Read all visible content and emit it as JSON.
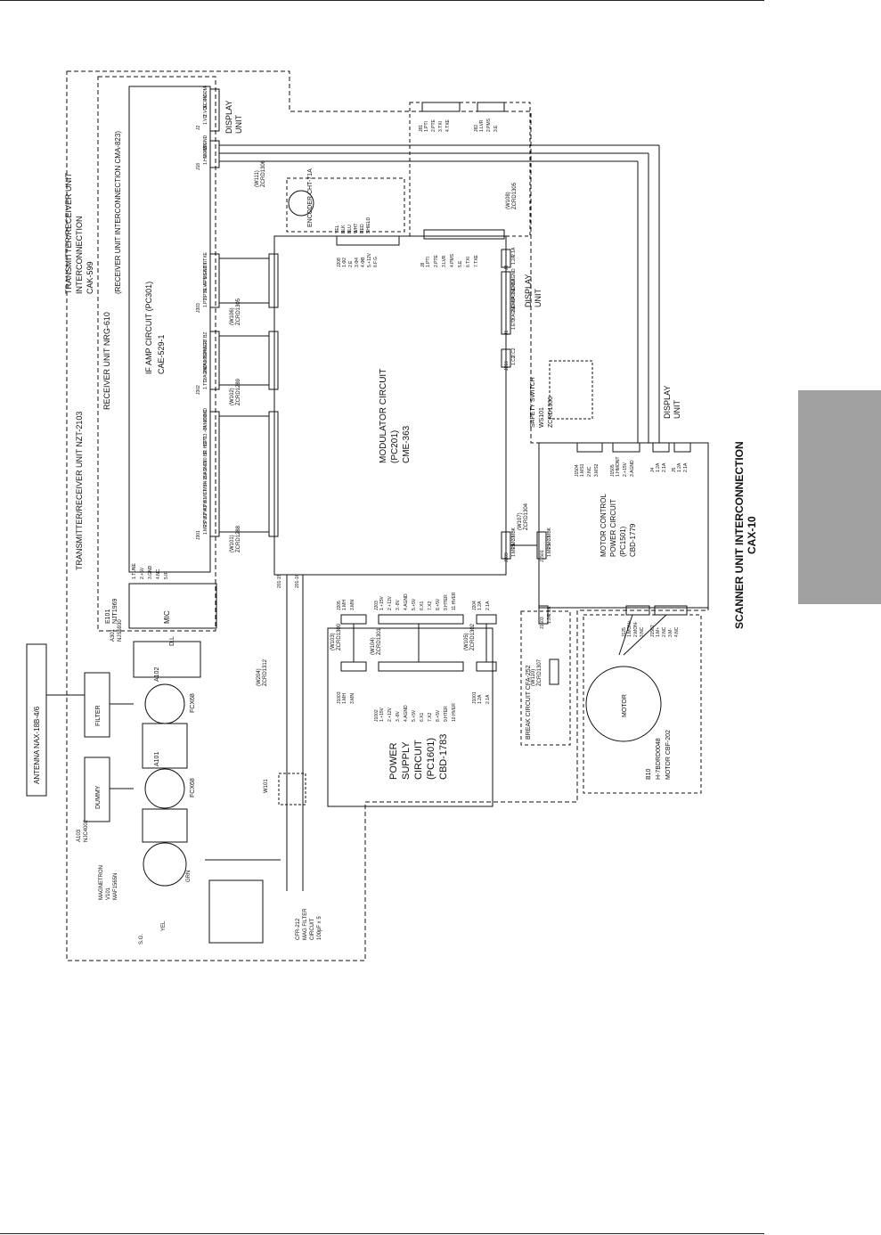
{
  "title": {
    "line1": "SCANNER UNIT INTERCONNECTION",
    "line2": "CAX-10"
  },
  "groups": {
    "trx_interconnection": [
      "TRANSMITTER/RECEIVER UNIT",
      "INTERCONNECTION",
      "CAK-599"
    ],
    "trx_unit": "TRANSMITTER/RECEIVER UNIT  NZT-2103",
    "receiver_unit": "RECEIVER UNIT  NRG-610",
    "receiver_interconnection": "(RECEIVER UNIT INTERCONNECTION  CMA-823)",
    "if_amp": [
      "IF AMP CIRCUIT  (PC301)",
      "CAE-529-1"
    ],
    "modulator": [
      "MODULATOR CIRCUIT",
      "(PC201)",
      "CME-363"
    ],
    "power_supply": [
      "POWER",
      "SUPPLY",
      "CIRCUIT",
      "(PC1601)",
      "CBD-1783"
    ],
    "motor_control": [
      "MOTOR CONTROL",
      "POWER CIRCUIT",
      "(PC1501)",
      "CBD-1779"
    ],
    "break_circuit": "BREAK CIRCUIT  CFA-252",
    "motor": [
      "B10",
      "H-7BDRD0048",
      "MOTOR  CBF-202"
    ],
    "motor_label": "MOTOR",
    "encoder": "ENCODER  CHT-71A",
    "safety_switch": [
      "SAFETY SWITCH",
      "WS101",
      "ZCRD1306"
    ],
    "display_units": [
      "DISPLAY",
      "UNIT"
    ],
    "antenna": "ANTENNA  NAX-18B-4/6",
    "filter": "FILTER",
    "dummy": "DUMMY",
    "a101": "A101",
    "a102": "A102",
    "fcx": "FCX68",
    "a103": [
      "A103",
      "NJC4002"
    ],
    "magnetron": [
      "MAGNETRON",
      "V101",
      "MAF1565N"
    ],
    "a301": [
      "A301",
      "NJS6930"
    ],
    "mic": [
      "E101",
      "NJT1969",
      "MIC"
    ],
    "dl": "D.L",
    "mag_filter": [
      "CFR-212",
      "MAG FILTER",
      "CIRCUIT",
      "100pF x 5"
    ],
    "w101": "W101",
    "sg": "S.G.",
    "yel": "YEL",
    "grn": "GRN"
  },
  "connectors": {
    "j2": {
      "name": "J2",
      "pins": [
        "1.VD",
        "2.VDE",
        "3.COM+",
        "4.COM-"
      ]
    },
    "j18": {
      "name": "J18",
      "pins": [
        "1.HMONT",
        "2.+15V",
        "3.GND"
      ]
    },
    "j303": {
      "name": "J303",
      "pins": [
        "1.PTI",
        "2.PTE",
        "3.LVR",
        "4.PMS",
        "5.GND",
        "6.TXI",
        "7.TXE"
      ]
    },
    "j302": {
      "name": "J302",
      "pins": [
        "1.TTY",
        "2.AGND",
        "3.MAGJ",
        "4.HTER",
        "5.HVER",
        "6.C2",
        "7.BZ"
      ]
    },
    "j301": {
      "name": "J301",
      "pins": [
        "1.MPS",
        "2.PW2",
        "3.PW3",
        "4.PW1",
        "5.MCT",
        "6.MBK",
        "7.+15V",
        "8.AGND",
        "9.-7V",
        "10.BP",
        "11.HSP",
        "12.TI",
        "13.+5V",
        "14.MOD ID",
        "15.NC"
      ]
    },
    "j208": {
      "name": "J208",
      "pins": [
        "1.Φ2",
        "2.E",
        "3.Φ4",
        "4.ΦB",
        "5.+12V",
        "6.F.G."
      ]
    },
    "j8": {
      "name": "J8",
      "pins": [
        "1.PTI",
        "2.PTE",
        "3.LVR",
        "4.PMS",
        "5.E",
        "6.TXI",
        "7.TXE"
      ]
    },
    "j3": {
      "name": "J3",
      "pins": [
        "1.2A",
        "2.1A"
      ]
    },
    "j1": {
      "name": "J1",
      "pins": [
        "1.ETY",
        "2.AGND",
        "3.EXBP",
        "4.AGND",
        "5.EXBZ",
        "6.AGND"
      ]
    },
    "j210": {
      "name": "J210",
      "pins": [
        "1.C2",
        "2.C2"
      ]
    },
    "j1504": {
      "name": "J1504",
      "pins": [
        "1.MS1",
        "2.NC",
        "3.MS2"
      ]
    },
    "j1505": {
      "name": "J1505",
      "pins": [
        "1.HMONT",
        "2.+15V",
        "3.AGND"
      ]
    },
    "j1501": {
      "name": "J1501",
      "pins": [
        "1.MPS",
        "2.MCT",
        "3.MBK"
      ]
    },
    "j209": {
      "name": "J209",
      "pins": [
        "1.MPS",
        "2.MCT",
        "3.MBK"
      ]
    },
    "j1503": {
      "name": "J1503",
      "pins": [
        "1.2A",
        "2.1A"
      ]
    },
    "j125": {
      "name": "J125",
      "pins": [
        "1.MON+",
        "2.MON-",
        "3.NC"
      ]
    },
    "j1502": {
      "name": "J1502",
      "pins": [
        "1.M+",
        "2.NC",
        "3.M-",
        "4.NC"
      ]
    },
    "j1003": {
      "name": "J1003",
      "pins": [
        "1.MH",
        "3.MN"
      ]
    },
    "j1002": {
      "name": "J1002",
      "pins": [
        "1.+15V",
        "2.+12V",
        "3.-8V",
        "4.AGND",
        "5.+5V",
        "6.X1",
        "7.X2",
        "8.+5V",
        "9.HTER",
        "10.HVER"
      ]
    },
    "j1001": {
      "name": "J1001",
      "pins": [
        "1.2A",
        "2.1A"
      ]
    },
    "j205": {
      "name": "J205",
      "pins": [
        "1.MH",
        "3.MN"
      ]
    },
    "j203": {
      "name": "J203",
      "pins": [
        "1.+15V",
        "2.+12V",
        "3.-8V",
        "4.AGND",
        "5.+5V",
        "6.X1",
        "7.X2",
        "8.+5V",
        "9.HTER",
        "11.HVER"
      ]
    },
    "j204": {
      "name": "J204",
      "pins": [
        "1.2A",
        "2.1A"
      ]
    },
    "j81": {
      "name": "J81",
      "pins": [
        "1.PTI",
        "2.PTE",
        "3.TXI",
        "4.TXE"
      ]
    },
    "j82": {
      "name": "J82",
      "pins": [
        "1.LVR",
        "2.PMS",
        "3.E"
      ]
    },
    "j4": {
      "name": "J4",
      "pins": [
        "1.2A",
        "2.1A"
      ]
    },
    "j5": {
      "name": "J5",
      "pins": [
        "1.2A",
        "2.1A"
      ]
    },
    "mic_pins": [
      "1.TUNE",
      "2.+5V",
      "3.GND",
      "4.NC",
      "5.IF"
    ],
    "encoder_pins": [
      "YEL",
      "BLK",
      "BLU",
      "WHT",
      "RED",
      "SHIELD"
    ]
  },
  "cables": {
    "w111": [
      "(W111)",
      "ZCRD1306"
    ],
    "w106": [
      "(W106)",
      "ZCRD1305"
    ],
    "w102": [
      "(W102)",
      "ZCRD1289"
    ],
    "w101c": [
      "(W101)",
      "ZCRD1288"
    ],
    "w108": [
      "(W108)",
      "ZCRD1305"
    ],
    "w107": [
      "(W107)",
      "ZCRD1304"
    ],
    "w103": [
      "(W103)",
      "ZCRD1300"
    ],
    "w104": [
      "(W104)",
      "ZCRD1301"
    ],
    "w105": [
      "(W105)",
      "ZCRD1302"
    ],
    "w204": [
      "(W204)",
      "ZCRD1312"
    ],
    "w110": [
      "(W110)",
      "ZCRD1307"
    ],
    "coax_labels": [
      "201-15",
      "201-16"
    ]
  }
}
